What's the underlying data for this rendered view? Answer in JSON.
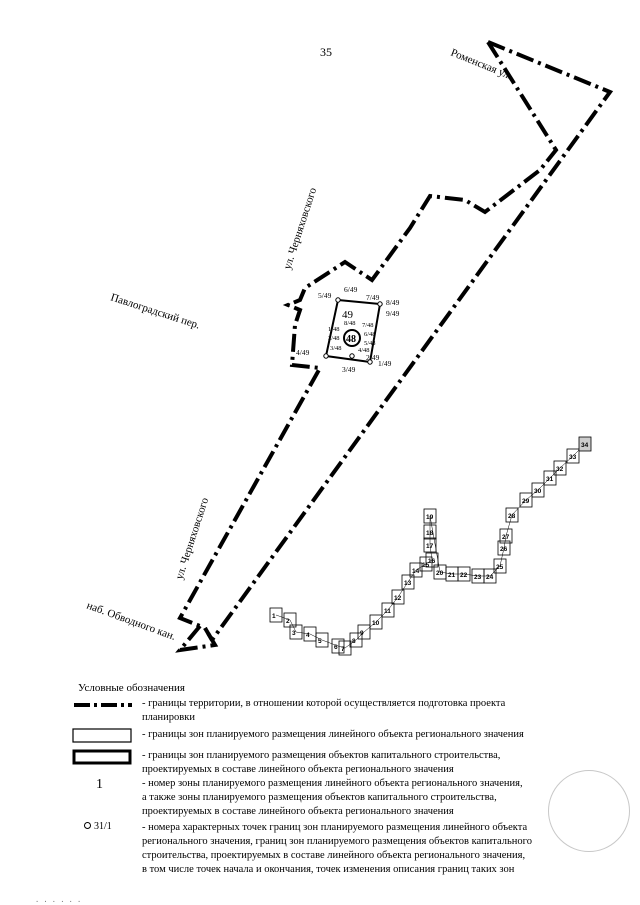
{
  "page_number": "35",
  "streets": {
    "romenskaya": "Роменская ул.",
    "chernyakhovskogo_top": "ул. Черняховского",
    "pavlogradsky": "Павлоградский пер.",
    "chernyakhovskogo_bottom": "ул. Черняховского",
    "obvodny": "наб. Обводного кан."
  },
  "zone_labels": {
    "big": "49",
    "small": "48"
  },
  "point_labels": [
    "5/49",
    "6/49",
    "7/49",
    "8/49",
    "9/49",
    "1/49",
    "2/49",
    "3/49",
    "4/49",
    "8/48",
    "7/48",
    "1/48",
    "6/48",
    "2/48",
    "5/48",
    "3/48",
    "4/48"
  ],
  "zone_numbers": [
    "1",
    "2",
    "3",
    "4",
    "5",
    "6",
    "7",
    "8",
    "9",
    "10",
    "11",
    "12",
    "13",
    "14",
    "15",
    "16",
    "17",
    "18",
    "19",
    "20",
    "21",
    "22",
    "23",
    "24",
    "25",
    "26",
    "27",
    "28",
    "29",
    "30",
    "31",
    "32",
    "33",
    "34"
  ],
  "legend": {
    "title": "Условные обозначения",
    "items": [
      {
        "lines": [
          "- границы территории, в отношении которой осуществляется   подготовка проекта",
          "планировки"
        ]
      },
      {
        "lines": [
          "- границы зон планируемого размещения линейного объекта регионального значения"
        ]
      },
      {
        "lines": [
          "- границы зон планируемого размещения объектов капитального строительства,",
          "проектируемых в составе линейного объекта регионального значения"
        ]
      },
      {
        "symbol": "1",
        "lines": [
          "- номер зоны планируемого размещения линейного объекта регионального значения,",
          "а также зоны планируемого размещения объектов капитального строительства,",
          "проектируемых в составе линейного объекта регионального значения"
        ]
      },
      {
        "symbol": "31/1",
        "lines": [
          "- номера характерных точек границ зон планируемого размещения линейного объекта",
          "регионального значения, границ зон планируемого размещения объектов капитального",
          "строительства, проектируемых в составе  линейного объекта регионального значения,",
          "в том числе точек начала и окончания, точек изменения описания границ таких зон"
        ]
      }
    ]
  }
}
